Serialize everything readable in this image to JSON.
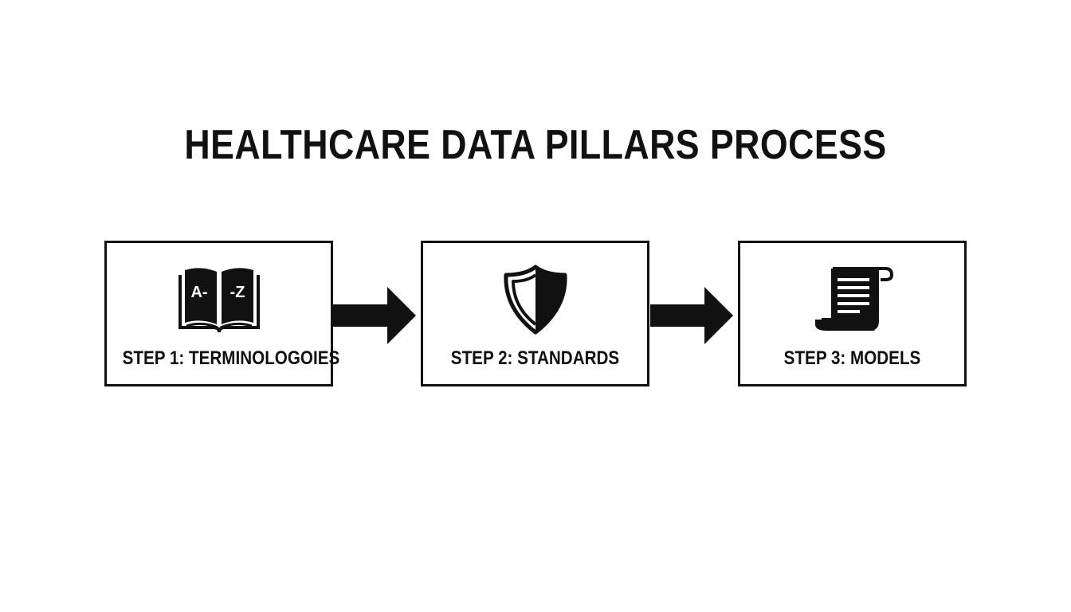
{
  "title": "HEALTHCARE DATA PILLARS PROCESS",
  "steps": [
    {
      "label": "STEP 1: TERMINOLOGOIES",
      "icon": "book-icon",
      "icon_text_left": "A-",
      "icon_text_right": "-Z"
    },
    {
      "label": "STEP 2: STANDARDS",
      "icon": "shield-icon"
    },
    {
      "label": "STEP 3: MODELS",
      "icon": "scroll-icon"
    }
  ],
  "colors": {
    "ink": "#111111",
    "background": "#ffffff"
  }
}
